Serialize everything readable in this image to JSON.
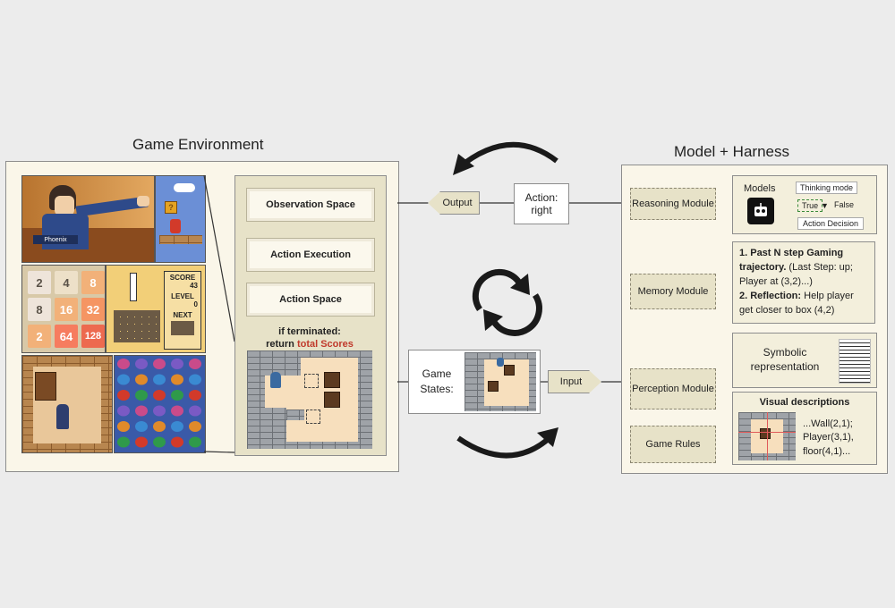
{
  "game_env": {
    "title": "Game Environment",
    "modules": {
      "observation": "Observation Space",
      "execution": "Action Execution",
      "action_space": "Action Space"
    },
    "termination_line1": "if terminated:",
    "termination_prefix": "return ",
    "termination_highlight": "total Scores",
    "nameplate": "Phoenix"
  },
  "game_2048": {
    "tiles": [
      "2",
      "4",
      "8",
      "8",
      "16",
      "32",
      "2",
      "64",
      "128"
    ]
  },
  "tetris": {
    "score_label": "SCORE",
    "score": "43",
    "level_label": "LEVEL",
    "level": "0",
    "next_label": "NEXT"
  },
  "middle": {
    "output_label": "Output",
    "action_line1": "Action:",
    "action_line2": "right",
    "game_states_line1": "Game",
    "game_states_line2": "States:",
    "input_label": "Input"
  },
  "harness": {
    "title": "Model + Harness",
    "reasoning_module": "Reasoning Module",
    "models_label": "Models",
    "thinking_mode": "Thinking mode",
    "true_label": "True",
    "false_label": "False",
    "action_decision": "Action Decision",
    "memory_module": "Memory Module",
    "memory_item1_bold": "1. Past N step Gaming trajectory.",
    "memory_item1_rest": " (Last Step: up; Player at (3,2)...)",
    "memory_item2_bold": "2. Reflection:",
    "memory_item2_rest": " Help player get closer to box (4,2)",
    "perception_module": "Perception Module",
    "symbolic": "Symbolic representation",
    "visual_descriptions": "Visual descriptions",
    "visual_text": "...Wall(2,1);\nPlayer(3,1),\nfloor(4,1)...",
    "game_rules": "Game Rules"
  },
  "colors": {
    "highlight": "#c0392b",
    "panel_bg": "#faf6e9",
    "module_bg": "#e7e2c8",
    "tile_orange": "#e8a84c",
    "grid_yellow": "#f2cf78"
  }
}
